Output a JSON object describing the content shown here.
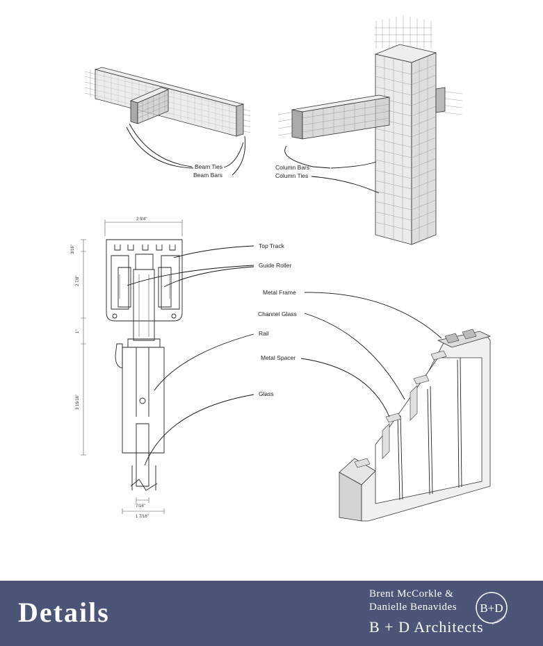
{
  "labels": {
    "beam_ties": "Beam Ties",
    "beam_bars": "Beam Bars",
    "column_bars": "Column Bars",
    "column_ties": "Column Ties",
    "top_track": "Top Track",
    "guide_roller": "Guide Roller",
    "metal_frame": "Metal Frame",
    "channel_glass": "Channel Glass",
    "rail": "Rail",
    "metal_spacer": "Metal Spacer",
    "glass": "Glass"
  },
  "dimensions": {
    "top_width": "2 3/4\"",
    "d1": "3/16\"",
    "d2": "2 7/8\"",
    "d3": "1\"",
    "d4": "3 15/16\"",
    "bottom_inner": "7/16\"",
    "bottom_outer": "1 7/16\""
  },
  "footer": {
    "title": "Details",
    "name_line1": "Brent McCorkle  &",
    "name_line2": "Danielle Benavides",
    "firm": "B + D Architects",
    "logo_text": "B+D",
    "logo_subtext": "ARCHITECTS"
  }
}
